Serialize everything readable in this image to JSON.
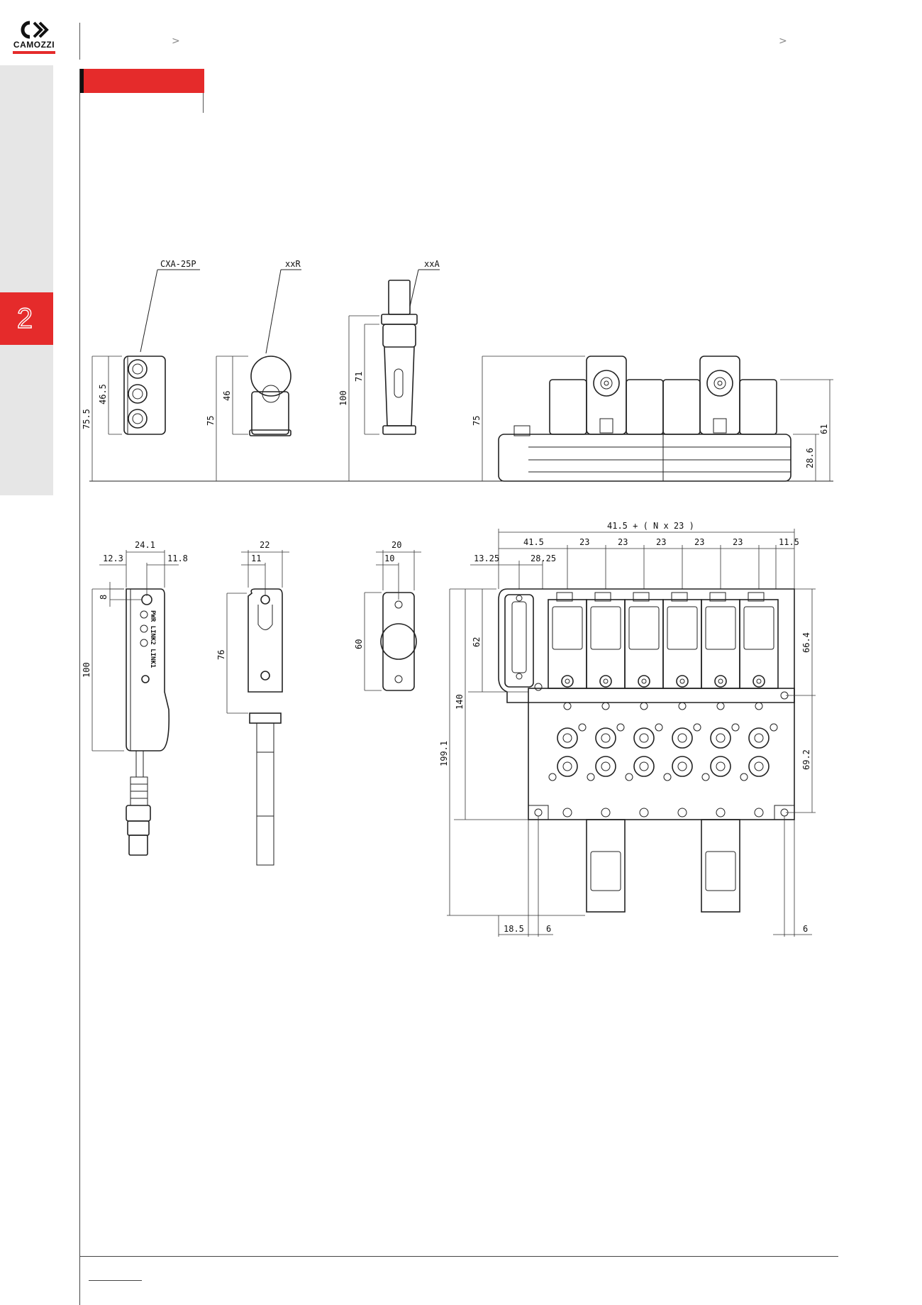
{
  "header": {
    "logo_text": "CAMOZZI",
    "crumb_left": ">",
    "crumb_right": ">"
  },
  "sidebar": {
    "section_number": "2"
  },
  "callouts": {
    "cxa": "CXA-25P",
    "xxr": "xxR",
    "xxa": "xxA"
  },
  "dims_top": {
    "d75_5": "75.5",
    "d46_5": "46.5",
    "d75_a": "75",
    "d46": "46",
    "d100": "100",
    "d71": "71",
    "d75_b": "75",
    "d61": "61",
    "d28_6": "28.6"
  },
  "dims_bottom": {
    "d24_1": "24.1",
    "d12_3": "12.3",
    "d11_8": "11.8",
    "d8": "8",
    "d100b": "100",
    "d22": "22",
    "d11": "11",
    "d76": "76",
    "d20": "20",
    "d10": "10",
    "d60": "60",
    "formula": "41.5 + ( N x 23 )",
    "d41_5": "41.5",
    "d23": "23",
    "d11_5": "11.5",
    "d13_25": "13.25",
    "d28_25": "28.25",
    "d62": "62",
    "d140": "140",
    "d199_1": "199.1",
    "d66_4": "66.4",
    "d69_2": "69.2",
    "d18_5": "18.5",
    "d6": "6"
  },
  "labels": {
    "led_label": "PWR LINK2 LINK1"
  }
}
